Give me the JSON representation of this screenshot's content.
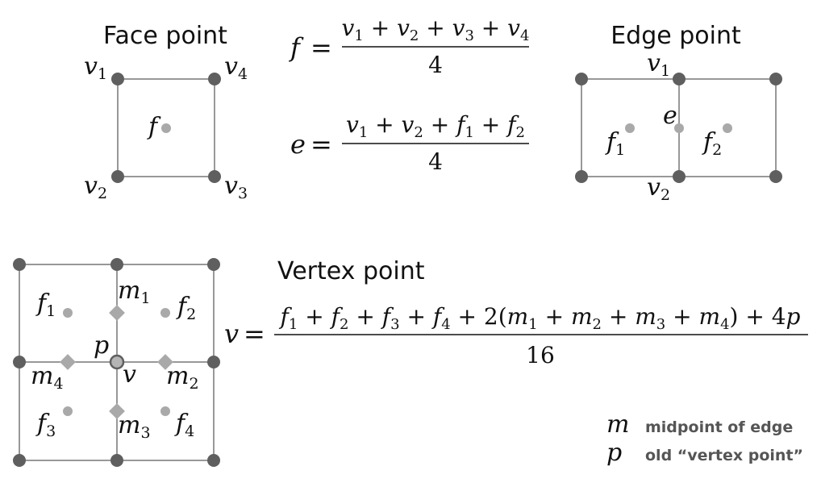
{
  "face_point": {
    "title": "Face point",
    "labels": {
      "v1": "v",
      "v1_sub": "1",
      "v2": "v",
      "v2_sub": "2",
      "v3": "v",
      "v3_sub": "3",
      "v4": "v",
      "v4_sub": "4",
      "f": "f"
    }
  },
  "edge_point": {
    "title": "Edge point",
    "labels": {
      "v1": "v",
      "v1_sub": "1",
      "v2": "v",
      "v2_sub": "2",
      "e": "e",
      "f1": "f",
      "f1_sub": "1",
      "f2": "f",
      "f2_sub": "2"
    }
  },
  "vertex_point": {
    "title": "Vertex point",
    "labels": {
      "f1": "f",
      "f1_sub": "1",
      "f2": "f",
      "f2_sub": "2",
      "f3": "f",
      "f3_sub": "3",
      "f4": "f",
      "f4_sub": "4",
      "m1": "m",
      "m1_sub": "1",
      "m2": "m",
      "m2_sub": "2",
      "m3": "m",
      "m3_sub": "3",
      "m4": "m",
      "m4_sub": "4",
      "p": "p",
      "v": "v"
    }
  },
  "formulas": {
    "face": {
      "lhs": "f",
      "numerator": [
        "v",
        "1",
        " + ",
        "v",
        "2",
        " + ",
        "v",
        "3",
        " + ",
        "v",
        "4"
      ],
      "denominator": "4"
    },
    "edge": {
      "lhs": "e",
      "numerator": [
        "v",
        "1",
        " + ",
        "v",
        "2",
        " + ",
        "f",
        "1",
        " + ",
        "f",
        "2"
      ],
      "denominator": "4"
    },
    "vertex": {
      "lhs": "v",
      "numerator": [
        "f",
        "1",
        " + ",
        "f",
        "2",
        " + ",
        "f",
        "3",
        " + ",
        "f",
        "4",
        " + 2(",
        "m",
        "1",
        " + ",
        "m",
        "2",
        " + ",
        "m",
        "3",
        " + ",
        "m",
        "4",
        ") + 4",
        "p"
      ],
      "denominator": "16"
    },
    "equals": "="
  },
  "legend": [
    {
      "symbol": "m",
      "text": "midpoint of edge"
    },
    {
      "symbol": "p",
      "text": "old “vertex point”"
    }
  ],
  "colors": {
    "vertex": "#5f5f5f",
    "new_point": "#a9a9a9",
    "edge_line": "#777777",
    "text": "#111111",
    "legend_text": "#555555"
  }
}
